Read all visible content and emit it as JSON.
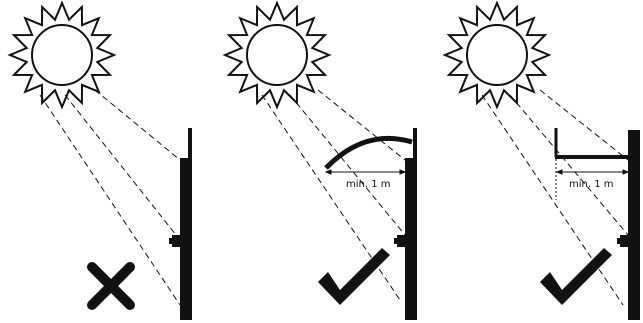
{
  "panels": [
    {
      "id": "unshaded",
      "verdict": "incorrect",
      "marker_icon": "cross-icon",
      "overhang": "none",
      "clearance_label": ""
    },
    {
      "id": "curved-awning",
      "verdict": "correct",
      "marker_icon": "check-icon",
      "overhang": "curved",
      "clearance_label": "min. 1 m"
    },
    {
      "id": "flat-canopy",
      "verdict": "correct",
      "marker_icon": "check-icon",
      "overhang": "flat",
      "clearance_label": "min. 1 m"
    }
  ],
  "colors": {
    "ink": "#111111",
    "background": "#ffffff"
  }
}
